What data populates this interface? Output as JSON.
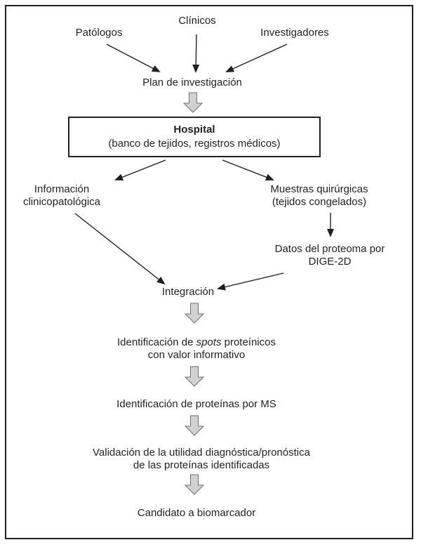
{
  "diagram": {
    "top": {
      "patologos": "Patólogos",
      "clinicos": "Clínicos",
      "investigadores": "Investigadores"
    },
    "plan": "Plan de investigación",
    "hospital": {
      "title": "Hospital",
      "subtitle": "(banco de tejidos, registros médicos)"
    },
    "informacion": [
      "Información",
      "clinicopatológica"
    ],
    "muestras": [
      "Muestras quirúrgicas",
      "(tejidos congelados)"
    ],
    "datos": [
      "Datos del proteoma por",
      "DIGE-2D"
    ],
    "integracion": "Integración",
    "spots": {
      "pre": "Identificación de ",
      "italic": "spots",
      "post": " proteínicos",
      "line2": "con valor informativo"
    },
    "ms": "Identificación de proteínas por MS",
    "validacion": [
      "Validación de la utilidad diagnóstica/pronóstica",
      "de las proteínas identificadas"
    ],
    "candidato": "Candidato a biomarcador"
  },
  "colors": {
    "text": "#231f20",
    "border": "#231f20",
    "block_arrow_fill": "#d2d2d2",
    "block_arrow_stroke": "#6d6e71"
  }
}
